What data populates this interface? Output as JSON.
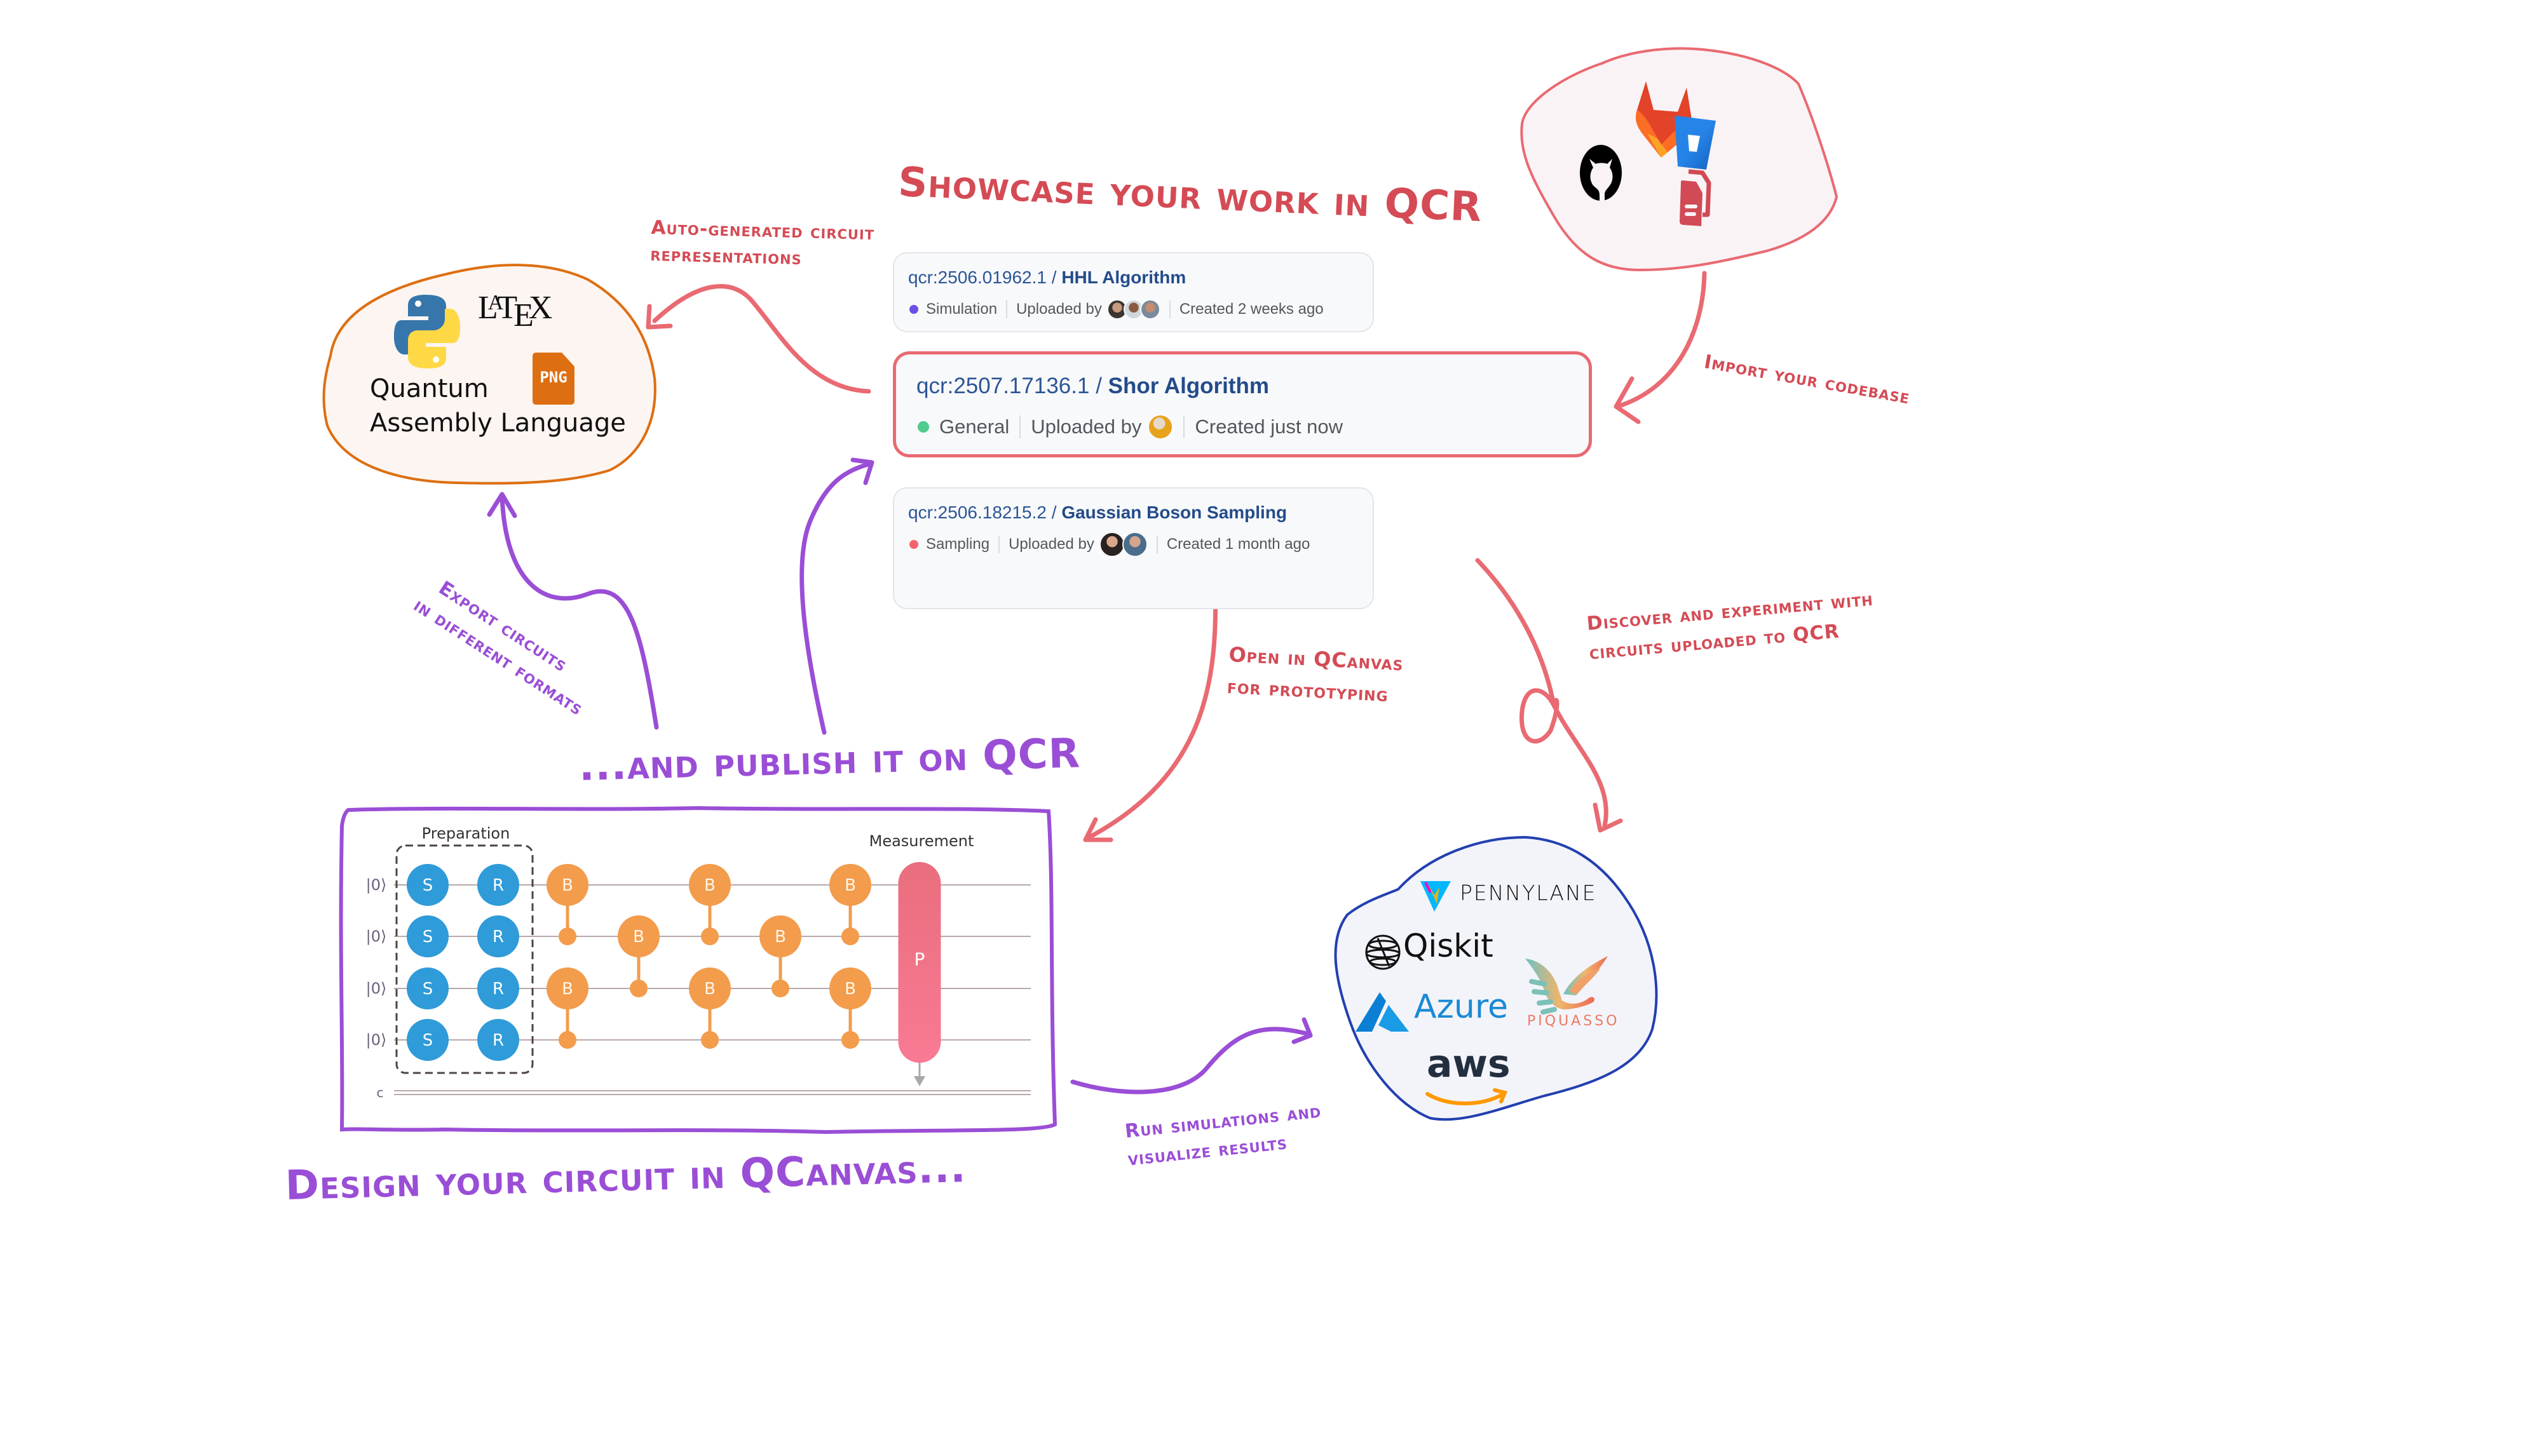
{
  "headings": {
    "showcase": "Showcase your work in QCR",
    "publish": "...and publish it on QCR",
    "design": "Design your circuit in QCanvas..."
  },
  "annotations": {
    "auto_generated": [
      "Auto-generated circuit",
      "representations"
    ],
    "import_codebase": "Import your codebase",
    "open_qcanvas": [
      "Open in QCanvas",
      "for prototyping"
    ],
    "discover": [
      "Discover and experiment with",
      "circuits uploaded to QCR"
    ],
    "export": [
      "Export circuits",
      "in different formats"
    ],
    "run_simulations": [
      "Run simulations and",
      "visualize results"
    ]
  },
  "colors": {
    "red_accent": "#e96a72",
    "red_text": "#d44b55",
    "purple_accent": "#9a4ed6",
    "blue_provider_outline": "#2340b0",
    "orange_export_outline": "#dd6f12",
    "gate_blue": "#2f9bd9",
    "gate_orange": "#f29c4c",
    "gate_pink": "#f07388"
  },
  "cards": [
    {
      "id": "qcr:2506.01962.1",
      "name": "HHL Algorithm",
      "category": "Simulation",
      "category_color": "#6b4fe6",
      "uploaded_by_label": "Uploaded by",
      "uploaders": [
        "uploader-1",
        "uploader-2",
        "uploader-3"
      ],
      "created": "Created 2 weeks ago"
    },
    {
      "id": "qcr:2507.17136.1",
      "name": "Shor Algorithm",
      "category": "General",
      "category_color": "#4fcb8e",
      "uploaded_by_label": "Uploaded by",
      "uploaders": [
        "uploader-1"
      ],
      "created": "Created just now",
      "highlighted": true
    },
    {
      "id": "qcr:2506.18215.2",
      "name": "Gaussian Boson Sampling",
      "category": "Sampling",
      "category_color": "#f4636b",
      "uploaded_by_label": "Uploaded by",
      "uploaders": [
        "uploader-1",
        "uploader-2"
      ],
      "created": "Created 1 month ago"
    }
  ],
  "export_formats": {
    "icons": [
      "python-logo",
      "latex-logo",
      "png-file"
    ],
    "latex_label": {
      "L": "L",
      "A": "A",
      "T": "T",
      "E": "E",
      "X": "X"
    },
    "png_label": "PNG",
    "qasm_lines": [
      "Quantum",
      "Assembly Language"
    ]
  },
  "codebase_sources": [
    "gitlab",
    "bitbucket",
    "github",
    "local-files"
  ],
  "providers": {
    "pennylane": "PENNYLANE",
    "qiskit": "Qiskit",
    "azure": "Azure",
    "piquasso": "PIQUASSO",
    "aws": "aws"
  },
  "circuit": {
    "preparation_label": "Preparation",
    "measurement_label": "Measurement",
    "qubit_labels": [
      "|0⟩",
      "|0⟩",
      "|0⟩",
      "|0⟩"
    ],
    "classical_label": "c",
    "prep_gates": [
      {
        "col": 0,
        "rows": [
          0,
          1,
          2,
          3
        ],
        "label": "S"
      },
      {
        "col": 1,
        "rows": [
          0,
          1,
          2,
          3
        ],
        "label": "R"
      }
    ],
    "two_qubit_gates": [
      {
        "col": 2,
        "target": 0,
        "control": 1,
        "label": "B"
      },
      {
        "col": 2,
        "target": 2,
        "control": 3,
        "label": "B"
      },
      {
        "col": 3,
        "target": 1,
        "control": 2,
        "label": "B"
      },
      {
        "col": 4,
        "target": 0,
        "control": 1,
        "label": "B"
      },
      {
        "col": 4,
        "target": 2,
        "control": 3,
        "label": "B"
      },
      {
        "col": 5,
        "target": 1,
        "control": 2,
        "label": "B"
      },
      {
        "col": 6,
        "target": 0,
        "control": 1,
        "label": "B"
      },
      {
        "col": 6,
        "target": 2,
        "control": 3,
        "label": "B"
      }
    ],
    "measurement_gate": {
      "label": "P",
      "rows": [
        0,
        1,
        2,
        3
      ]
    }
  }
}
